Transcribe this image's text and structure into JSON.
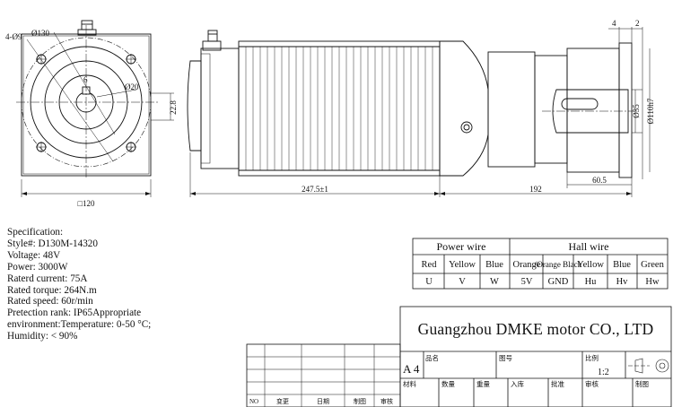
{
  "drawing": {
    "front_view": {
      "holes_label": "4-Ø9",
      "bolt_circle_label": "Ø130",
      "shaft_dia_label": "Ø20",
      "key_label": "6",
      "key_height_label": "22.8",
      "flange_label": "□120"
    },
    "side_view": {
      "body_length_label": "247.5±1",
      "gearbox_length_label": "192",
      "shaft_length_label": "60.5",
      "shaft_dia_label": "Ø35",
      "pilot_dia_label": "Ø110h7",
      "top_dim_a": "4",
      "top_dim_b": "2"
    }
  },
  "specification": {
    "heading": "Specification:",
    "lines": [
      "Style#: D130M-14320",
      "Voltage: 48V",
      "Power: 3000W",
      "Raterd current: 75A",
      "Rated torque: 264N.m",
      "Rated speed: 60r/min",
      "Pretection rank: IP65Appropriate",
      "environment:Temperature: 0-50 °C;",
      "Humidity: < 90%"
    ]
  },
  "wire_table": {
    "power_header": "Power wire",
    "hall_header": "Hall wire",
    "power_colors": [
      "Red",
      "Yellow",
      "Blue"
    ],
    "power_pins": [
      "U",
      "V",
      "W"
    ],
    "hall_colors": [
      "Orange",
      "/Orange Black",
      "Yellow",
      "Blue",
      "Green"
    ],
    "hall_pins": [
      "5V",
      "GND",
      "Hu",
      "Hv",
      "Hw"
    ]
  },
  "title_block": {
    "company": "Guangzhou DMKE motor CO., LTD",
    "paper_size": "A 4",
    "name_label": "品名",
    "drawing_no_label": "图号",
    "scale_label": "比例",
    "scale_value": "1:2",
    "bottom_labels": [
      "材料",
      "数量",
      "重量",
      "入库",
      "批准",
      "审核",
      "制图"
    ],
    "revision_labels": [
      "NO",
      "变更",
      "日期",
      "制图",
      "审核"
    ]
  }
}
